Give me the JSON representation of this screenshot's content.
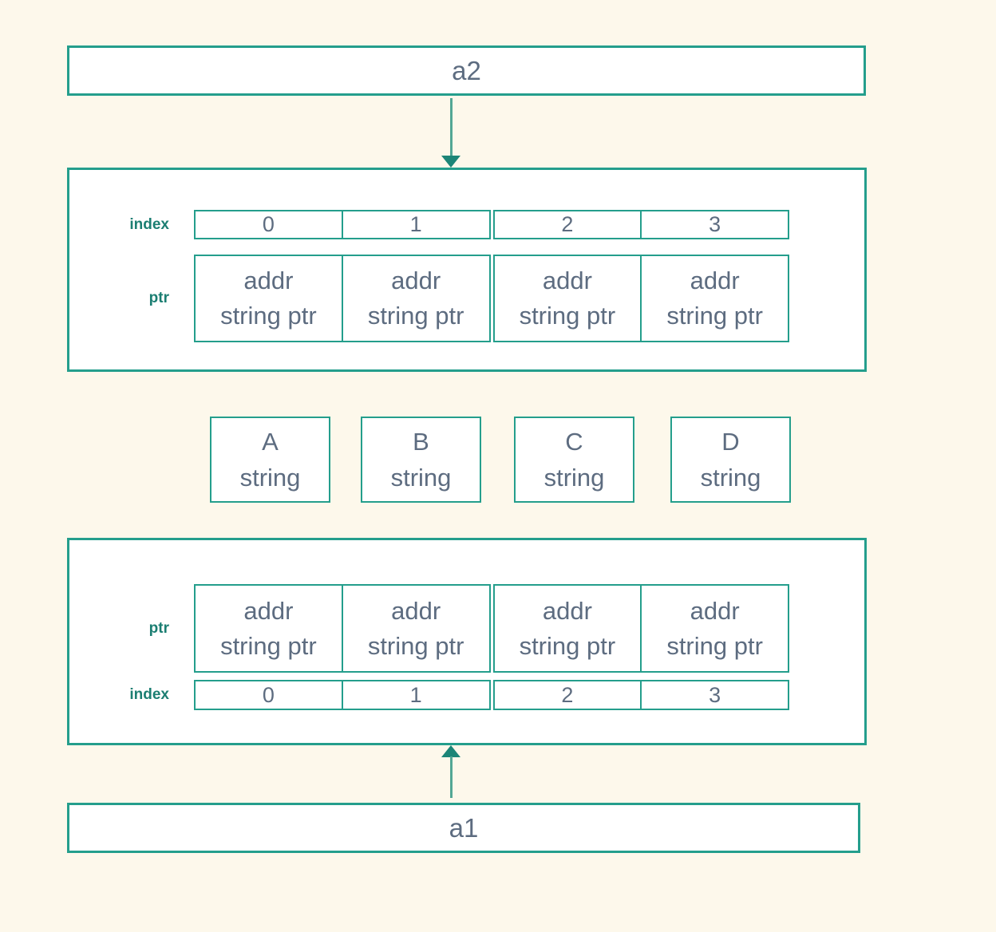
{
  "colors": {
    "background": "#fdf8eb",
    "border": "#249e8c",
    "label": "#1b7e72",
    "text": "#5d6c80",
    "arrow_shaft": "#53a795",
    "arrow_head": "#1c8577"
  },
  "a2_box": {
    "label": "a2"
  },
  "a1_box": {
    "label": "a1"
  },
  "upper_array": {
    "index_label": "index",
    "ptr_label": "ptr",
    "index_cells": [
      "0",
      "1",
      "2",
      "3"
    ],
    "ptr_cells": [
      {
        "line1": "addr",
        "line2": "string ptr"
      },
      {
        "line1": "addr",
        "line2": "string ptr"
      },
      {
        "line1": "addr",
        "line2": "string ptr"
      },
      {
        "line1": "addr",
        "line2": "string ptr"
      }
    ]
  },
  "string_objects": [
    {
      "name": "A",
      "type": "string"
    },
    {
      "name": "B",
      "type": "string"
    },
    {
      "name": "C",
      "type": "string"
    },
    {
      "name": "D",
      "type": "string"
    }
  ],
  "lower_array": {
    "index_label": "index",
    "ptr_label": "ptr",
    "index_cells": [
      "0",
      "1",
      "2",
      "3"
    ],
    "ptr_cells": [
      {
        "line1": "addr",
        "line2": "string ptr"
      },
      {
        "line1": "addr",
        "line2": "string ptr"
      },
      {
        "line1": "addr",
        "line2": "string ptr"
      },
      {
        "line1": "addr",
        "line2": "string ptr"
      }
    ]
  }
}
